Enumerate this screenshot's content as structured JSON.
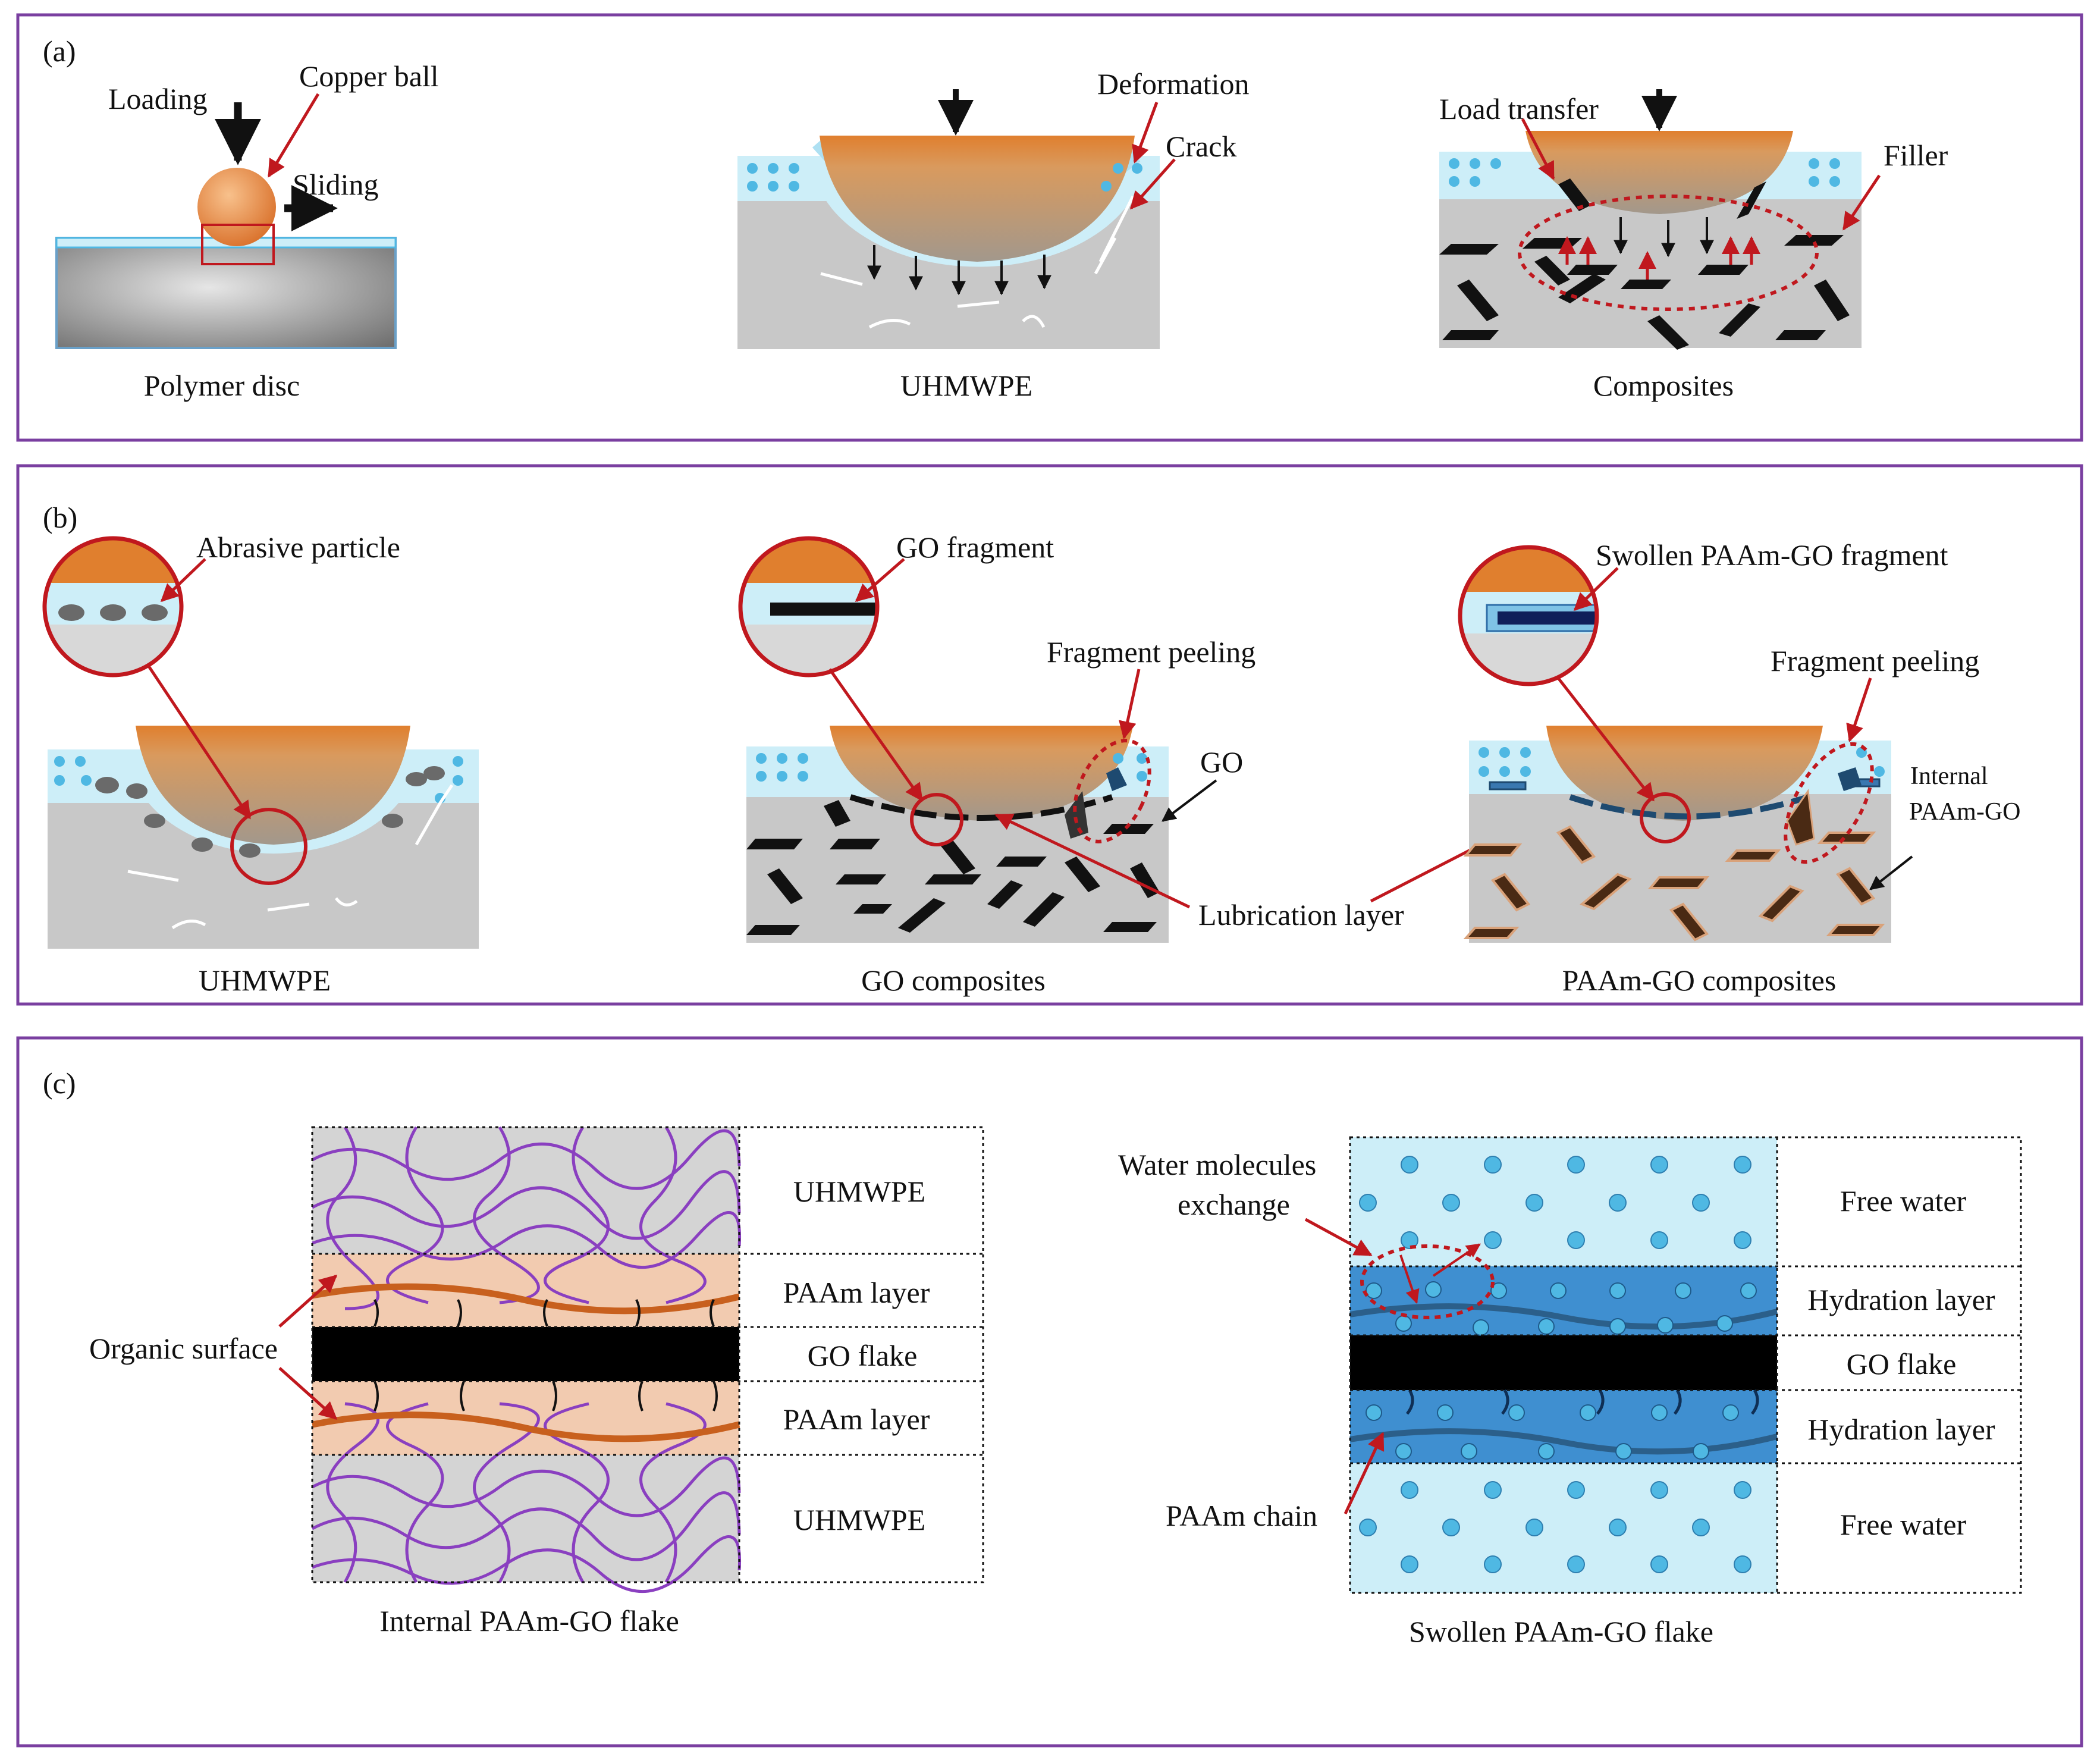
{
  "panel_a": {
    "label": "(a)",
    "loading": "Loading",
    "copper_ball": "Copper ball",
    "sliding": "Sliding",
    "caption_disc": "Polymer disc",
    "deformation": "Deformation",
    "crack": "Crack",
    "caption_uhmwpe": "UHMWPE",
    "load_transfer": "Load transfer",
    "filler": "Filler",
    "caption_composites": "Composites"
  },
  "panel_b": {
    "label": "(b)",
    "abrasive_particle": "Abrasive particle",
    "caption_uhmwpe": "UHMWPE",
    "go_fragment": "GO fragment",
    "fragment_peeling_1": "Fragment peeling",
    "go": "GO",
    "lubrication_layer": "Lubrication layer",
    "caption_go": "GO composites",
    "swollen_fragment": "Swollen PAAm-GO fragment",
    "fragment_peeling_2": "Fragment peeling",
    "internal_1": "Internal",
    "internal_2": "PAAm-GO",
    "caption_paam": "PAAm-GO composites"
  },
  "panel_c": {
    "label": "(c)",
    "left_rows": [
      "UHMWPE",
      "PAAm layer",
      "GO flake",
      "PAAm layer",
      "UHMWPE"
    ],
    "organic_surface": "Organic surface",
    "caption_internal": "Internal PAAm-GO flake",
    "right_rows": [
      "Free water",
      "Hydration layer",
      "GO flake",
      "Hydration layer",
      "Free water"
    ],
    "water_1": "Water molecules",
    "water_2": "exchange",
    "paam_chain": "PAAm chain",
    "caption_swollen": "Swollen PAAm-GO flake"
  },
  "colors": {
    "frame": "#7a3fa0",
    "copper": "#e08a3c",
    "water": "#cdeef8",
    "bead": "#4fb8e3",
    "gray": "#c8c8c8",
    "red": "#c0181e",
    "flake": "#111111",
    "paam": "#f2cbb0",
    "paam_chain": "#c8601e",
    "polymer": "#8a3fc0",
    "hydration": "#3f8fd0"
  }
}
